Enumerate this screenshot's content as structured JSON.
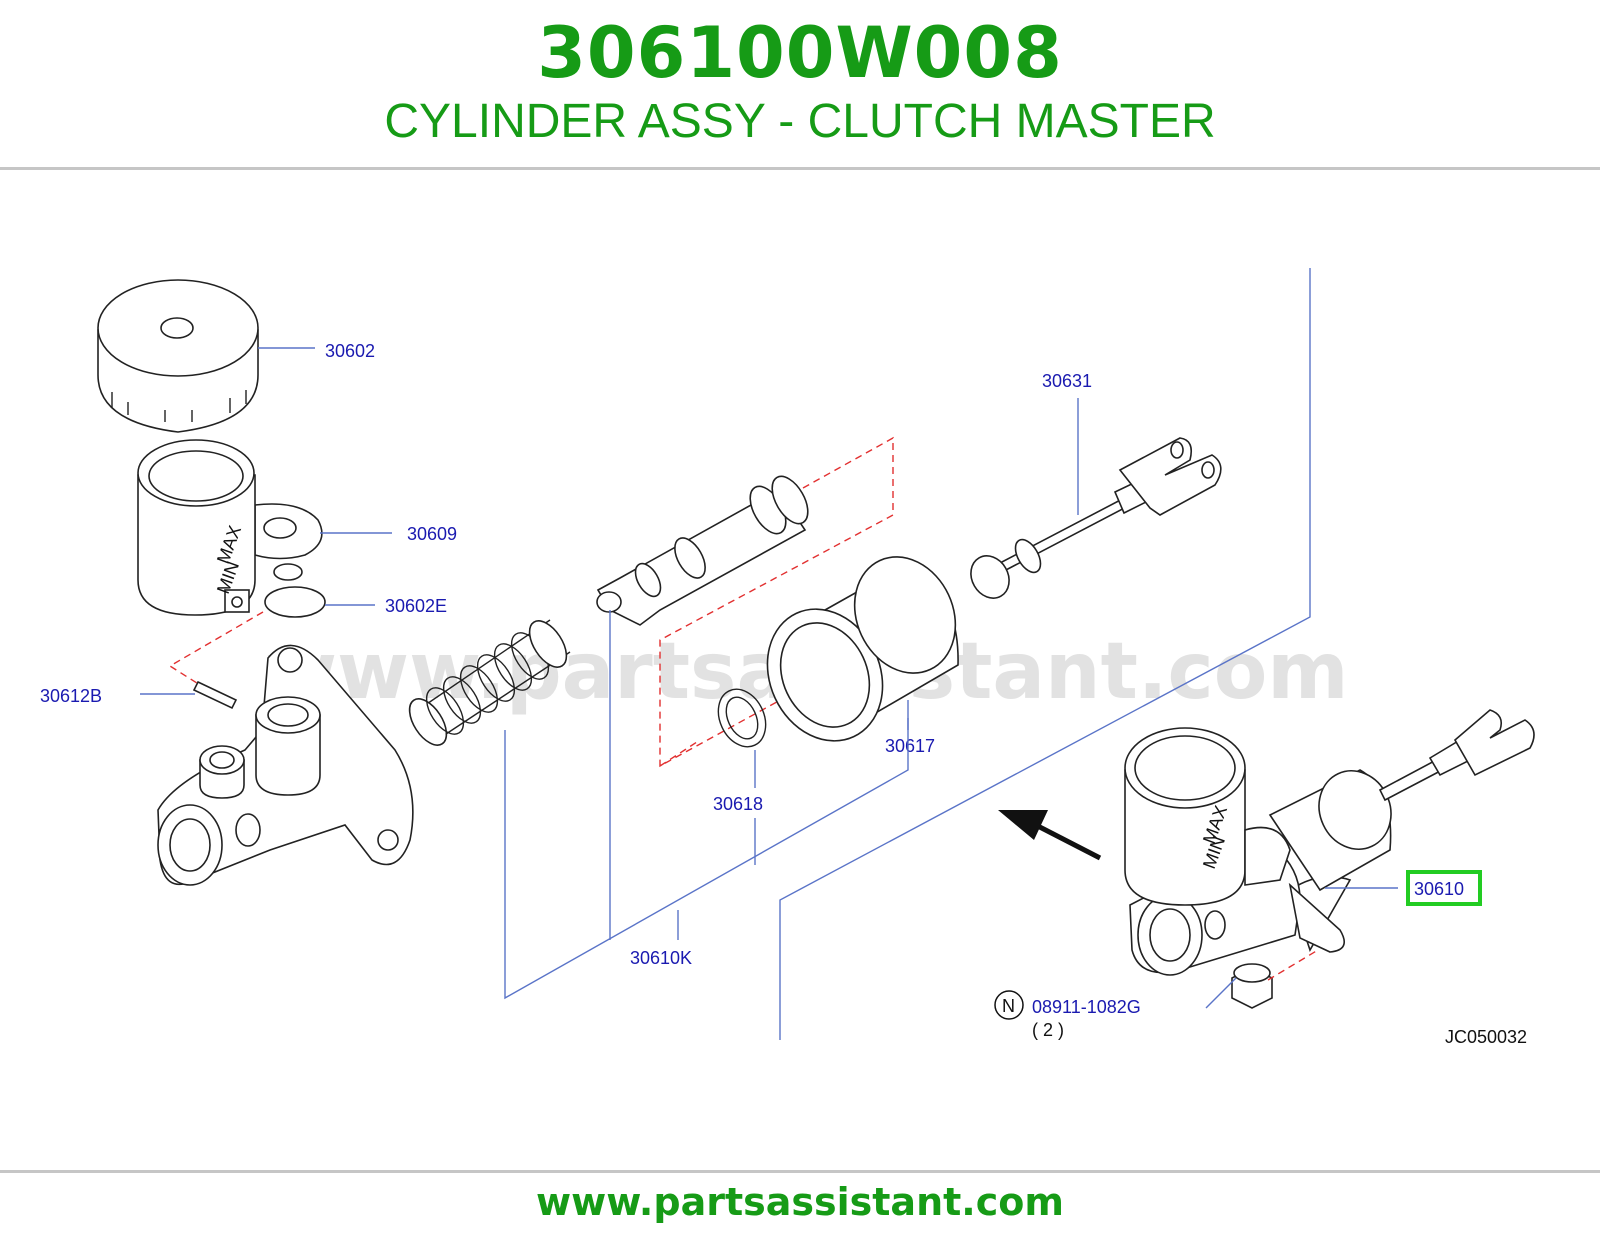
{
  "header": {
    "part_number": "306100W008",
    "title": "CYLINDER ASSY - CLUTCH MASTER"
  },
  "diagram": {
    "watermark": "www.partsassistant.com",
    "labels": {
      "l30602": "30602",
      "l30609": "30609",
      "l30602e": "30602E",
      "l30612b": "30612B",
      "l30631": "30631",
      "l30617": "30617",
      "l30618": "30618",
      "l30610k": "30610K",
      "l30610": "30610",
      "l08911": "08911-1082G",
      "qty": "( 2 )",
      "n_mark": "N",
      "ref_code": "JC050032",
      "max": "MAX",
      "min": "MIN"
    },
    "colors": {
      "label": "#1a1ab0",
      "highlight": "#22cc22",
      "brand": "#169b16"
    }
  },
  "footer": {
    "url": "www.partsassistant.com"
  }
}
